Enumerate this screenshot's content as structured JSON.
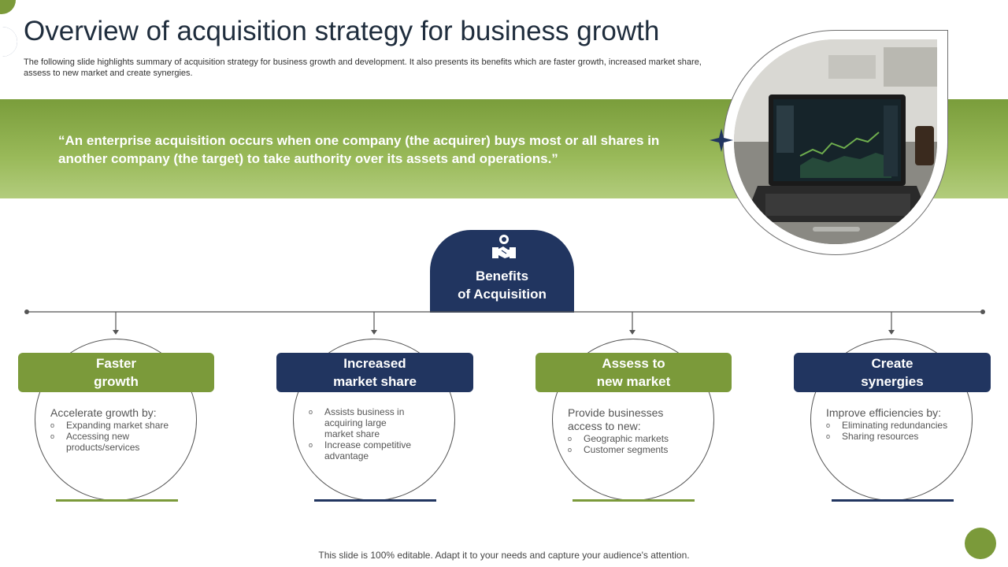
{
  "header": {
    "title": "Overview of acquisition strategy for business growth",
    "subtitle": "The following slide highlights summary of acquisition strategy for business growth and development. It also presents its benefits which are faster growth, increased market share, assess to new market and create synergies."
  },
  "banner": {
    "quote": "“An enterprise acquisition occurs when one company (the acquirer) buys most or all shares in another company (the target) to take authority over its assets and operations.”"
  },
  "hub": {
    "title_line1": "Benefits",
    "title_line2": "of Acquisition",
    "icon": "handshake-icon"
  },
  "benefits": [
    {
      "title_line1": "Faster",
      "title_line2": "growth",
      "lead": "Accelerate growth by:",
      "bullets": [
        "Expanding market share",
        "Accessing new products/services"
      ],
      "bullet_marker": "o"
    },
    {
      "title_line1": "Increased",
      "title_line2": "market share",
      "lead": "",
      "bullets": [
        "Assists business in acquiring large market share",
        "Increase competitive advantage"
      ],
      "bullet_marker": "o"
    },
    {
      "title_line1": "Assess to",
      "title_line2": "new market",
      "lead": "Provide businesses access to new:",
      "bullets": [
        "Geographic markets",
        "Customer segments"
      ],
      "bullet_marker": "o"
    },
    {
      "title_line1": "Create",
      "title_line2": "synergies",
      "lead": "Improve efficiencies by:",
      "bullets": [
        "Eliminating redundancies",
        "Sharing resources"
      ],
      "bullet_marker": "o"
    }
  ],
  "footer": {
    "note": "This slide is 100% editable. Adapt it to your needs and capture your audience's attention."
  },
  "colors": {
    "green": "#7b9a3a",
    "navy": "#213560",
    "title": "#1f2d3d"
  }
}
